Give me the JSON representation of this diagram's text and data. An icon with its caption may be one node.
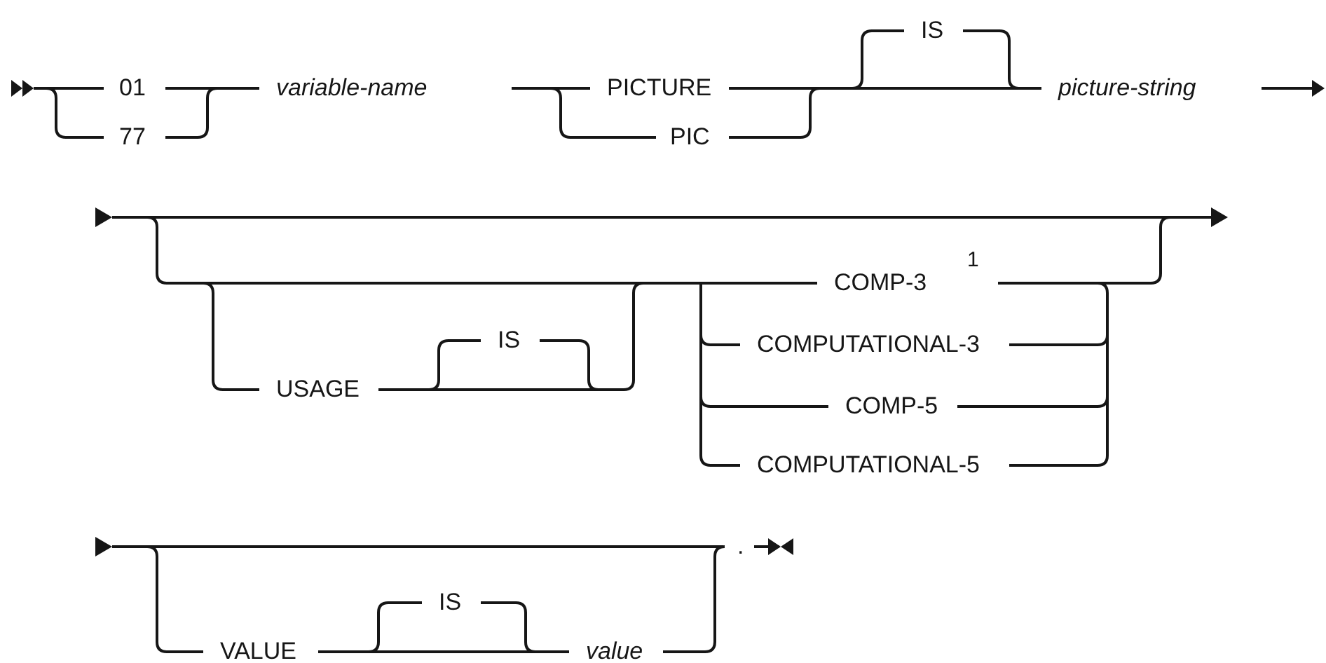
{
  "diagram": {
    "labels": [
      "IS",
      "01",
      "variable-name",
      "PICTURE",
      "picture-string",
      "77",
      "PIC",
      "1",
      "COMP-3",
      "IS",
      "USAGE",
      "COMPUTATIONAL-3",
      "COMP-5",
      "COMPUTATIONAL-5",
      ".",
      "IS",
      "VALUE",
      "value"
    ]
  }
}
